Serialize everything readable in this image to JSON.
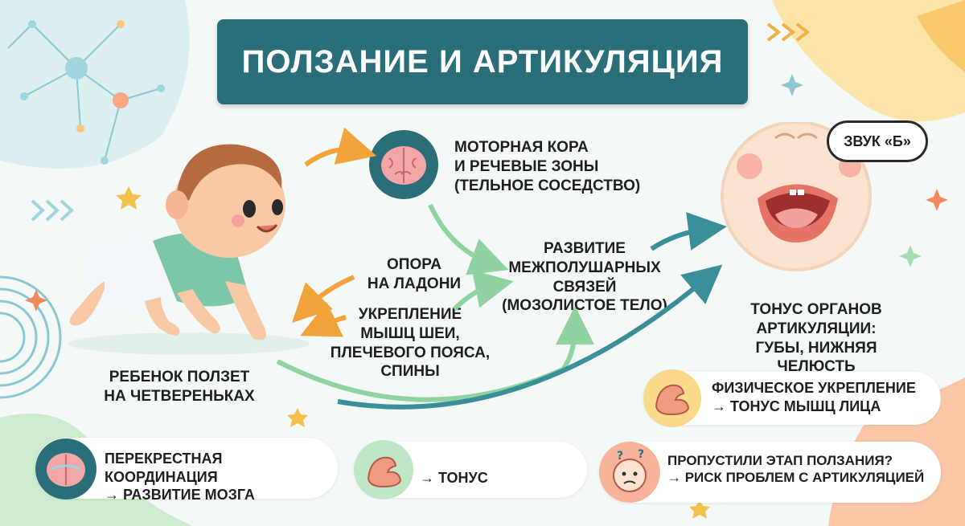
{
  "title": "ПОЛЗАНИЕ И АРТИКУЛЯЦИЯ",
  "baby_label": [
    "РЕБЕНОК ПОЛЗЕТ",
    "НА ЧЕТВЕРЕНЬКАХ"
  ],
  "motor_cortex": [
    "МОТОРНАЯ КОРА",
    "И РЕЧЕВЫЕ ЗОНЫ",
    "(ТЕЛЬНОЕ СОСЕДСТВО)"
  ],
  "interhemispheric": [
    "РАЗВИТИЕ",
    "МЕЖПОЛУШАРНЫХ",
    "СВЯЗЕЙ",
    "(МОЗОЛИСТОЕ ТЕЛО)"
  ],
  "palm_support": [
    "ОПОРА",
    "НА ЛАДОНИ"
  ],
  "muscle_strength": [
    "УКРЕПЛЕНИЕ",
    "МЫШЦ ШЕИ,",
    "ПЛЕЧЕВОГО ПОЯСА,",
    "СПИНЫ"
  ],
  "articulation_tone": [
    "ТОНУС ОРГАНОВ",
    "АРТИКУЛЯЦИИ:",
    "ГУБЫ, НИЖНЯЯ ЧЕЛЮСТЬ"
  ],
  "speech_bubble": "ЗВУК «Б»",
  "physical": [
    "ФИЗИЧЕСКОЕ УКРЕПЛЕНИЕ",
    "→ ТОНУС МЫШЦ ЛИЦА"
  ],
  "cross_coord": [
    "ПЕРЕКРЕСТНАЯ КООРДИНАЦИЯ",
    "→ РАЗВИТИЕ МОЗГА"
  ],
  "tonus": "→ ТОНУС",
  "missed": [
    "ПРОПУСТИЛИ ЭТАП ПОЛЗАНИЯ?",
    "→ РИСК ПРОБЛЕМ С АРТИКУЛЯЦИЕЙ"
  ],
  "colors": {
    "teal": "#2a6e79",
    "orange": "#f2a33a",
    "green": "#8fd3a0",
    "skin": "#f8c9a4",
    "shirt": "#7cc7a8"
  }
}
